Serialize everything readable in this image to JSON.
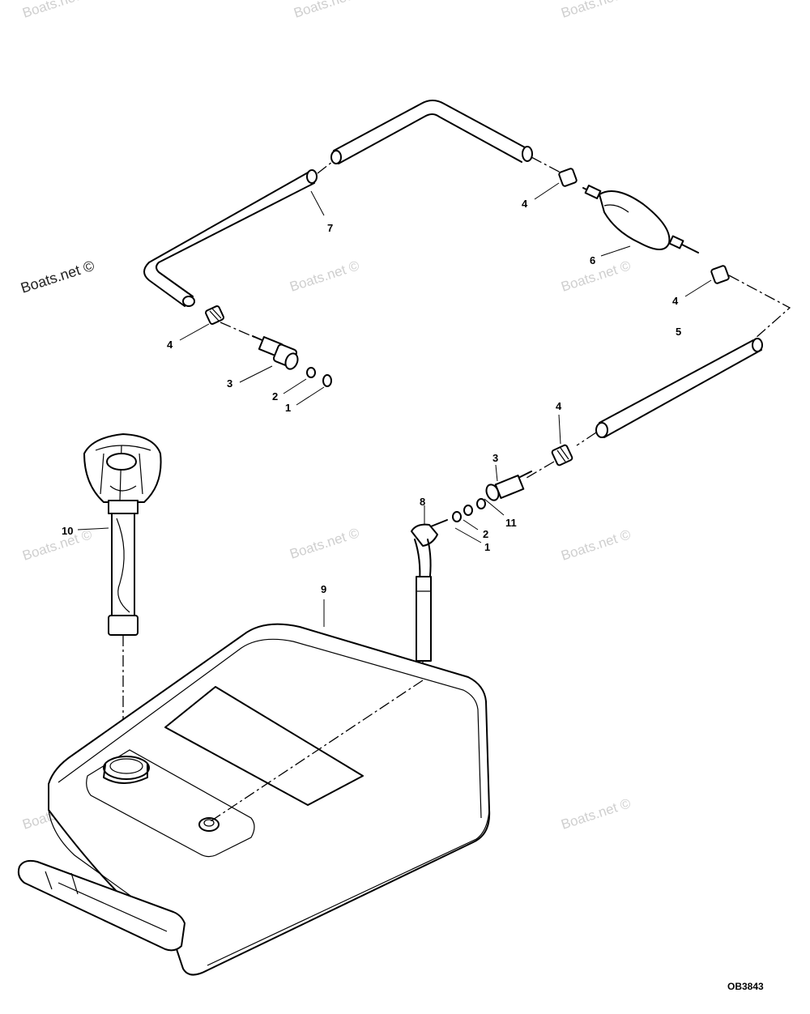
{
  "watermark": "Boats.net ©",
  "drawing_code": "OB3843",
  "callouts": {
    "c1_left": "1",
    "c2_left": "2",
    "c3_left": "3",
    "c4_left": "4",
    "c7": "7",
    "c4_top_right": "4",
    "c6": "6",
    "c4_right": "4",
    "c5": "5",
    "c4_mid": "4",
    "c3_right": "3",
    "c11": "11",
    "c2_right": "2",
    "c1_right": "1",
    "c8": "8",
    "c9": "9",
    "c10": "10"
  }
}
